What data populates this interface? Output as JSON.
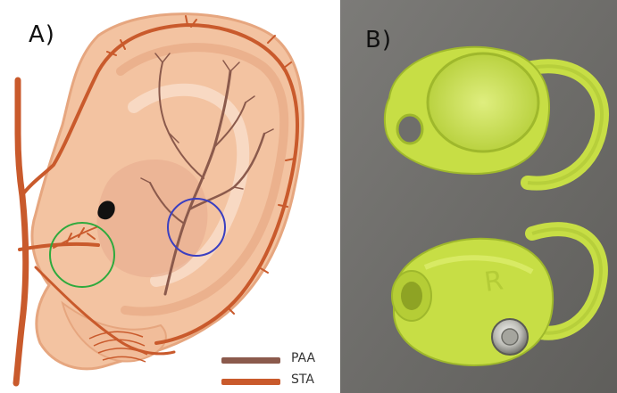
{
  "panels": {
    "a": {
      "label": "A)"
    },
    "b": {
      "label": "B)"
    }
  },
  "legend": {
    "paa": {
      "label": "PAA",
      "color": "#8b5a4c"
    },
    "sta": {
      "label": "STA",
      "color": "#c95a2c"
    }
  },
  "colors": {
    "ear_skin": "#f3c3a1",
    "ear_skin_light": "#f8dcc7",
    "ear_shadow": "#e0a27e",
    "green_circle": "#2eaa3d",
    "blue_circle": "#3a3fc1",
    "device": "#c7de45",
    "device_shadow": "#9fb82c",
    "device_highlight": "#e3f27a",
    "background_photo": "#6f6e6b"
  },
  "icons": {
    "ear_canal": "ear-canal-shape",
    "metal_button": "metal-button-icon"
  },
  "device_marking": "R"
}
